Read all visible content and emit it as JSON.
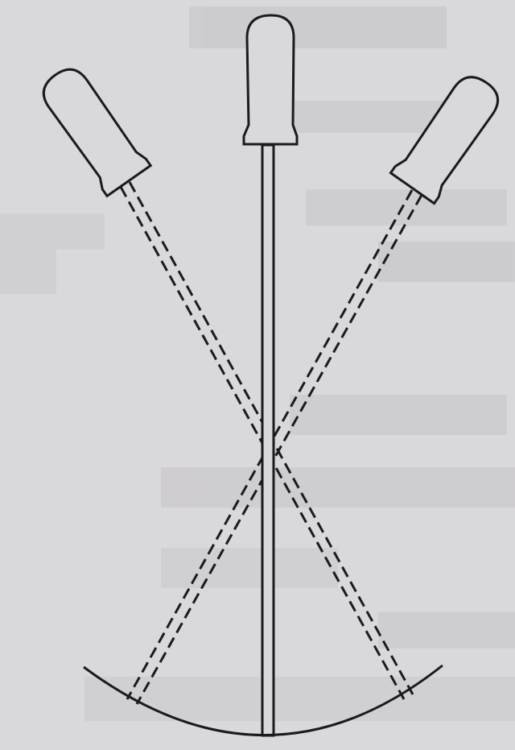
{
  "diagram": {
    "paper_color": "#d9d8dc",
    "ink_color": "#1b1b1d",
    "show_through_color": "#b9b8bd",
    "handles": [
      {
        "name": "left-handle",
        "angle_deg": -35,
        "shaft_style": "dashed"
      },
      {
        "name": "center-handle",
        "angle_deg": 0,
        "shaft_style": "solid"
      },
      {
        "name": "right-handle",
        "angle_deg": 35,
        "shaft_style": "dashed"
      }
    ],
    "base_arc": {
      "style": "solid"
    }
  }
}
